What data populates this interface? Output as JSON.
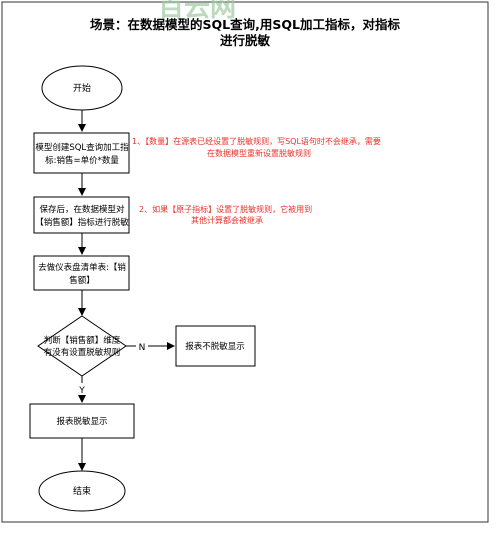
{
  "title": {
    "line1": "场景：在数据模型的SQL查询,用SQL加工指标，对指标",
    "line2": "进行脱敏"
  },
  "watermark": "百云网",
  "nodes": {
    "start": "开始",
    "step1": [
      "模型创建SQL查询加工指",
      "标:销售=单价*数量"
    ],
    "step2": [
      "保存后，在数据模型对",
      "【销售额】指标进行脱敏"
    ],
    "step3": [
      "去做仪表盘清单表:【销",
      "售额】"
    ],
    "decision": [
      "判断【销售额】维度",
      "有没有设置脱敏规则"
    ],
    "no_result": "报表不脱敏显示",
    "yes_result": "报表脱敏显示",
    "end": "结束"
  },
  "edge_labels": {
    "no": "N",
    "yes": "Y"
  },
  "notes": {
    "note1": [
      "1、【数量】在源表已经设置了脱敏规则，写SQL语句时不会继承，需要",
      "在数据模型重新设置脱敏规则"
    ],
    "note2": [
      "2、如果【原子指标】设置了脱敏规则，它被用到",
      "其他计算都会被继承"
    ]
  },
  "colors": {
    "note": "#e8322a",
    "stroke": "#000000",
    "watermark": "#9fc9a0"
  }
}
